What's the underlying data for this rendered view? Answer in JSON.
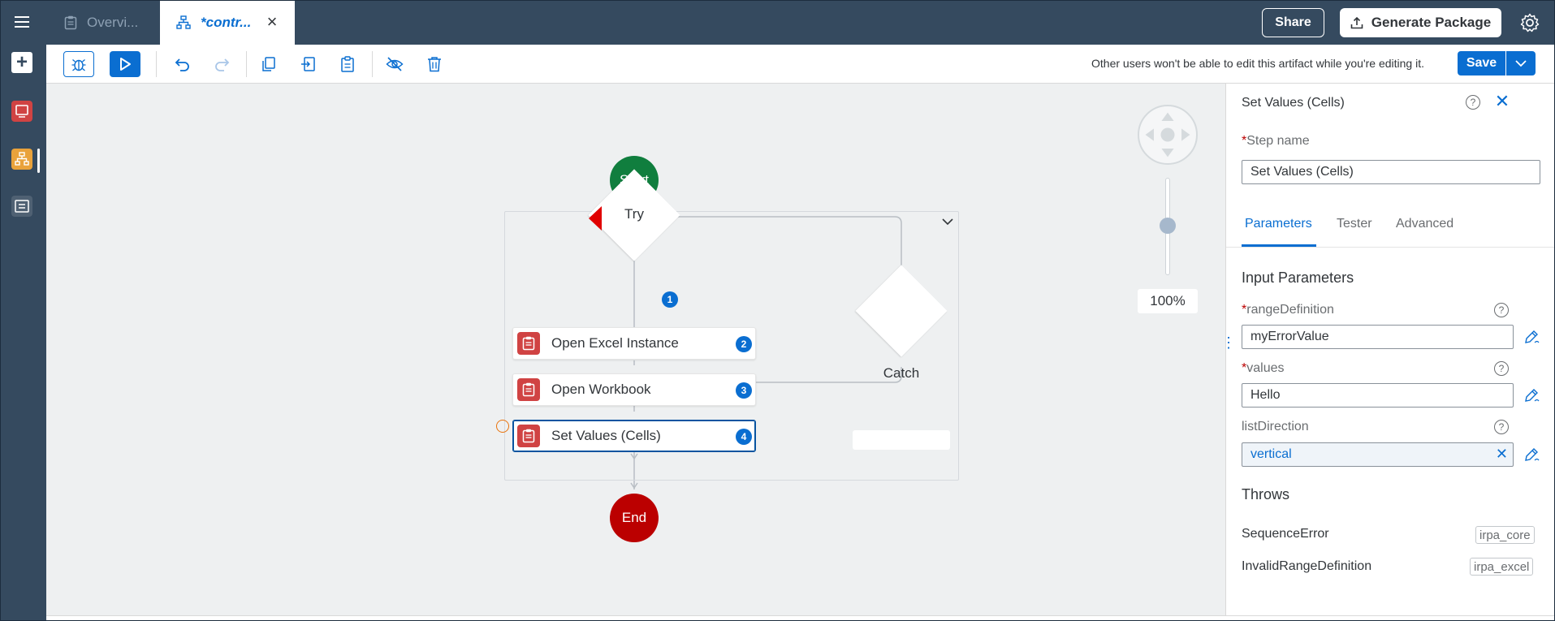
{
  "shell": {
    "tabs": [
      {
        "label": "Overvi..."
      },
      {
        "label": "*contr..."
      }
    ],
    "share_label": "Share",
    "generate_label": "Generate Package"
  },
  "toolbar": {
    "notice": "Other users won't be able to edit this artifact while you're editing it.",
    "save_label": "Save"
  },
  "canvas": {
    "start_label": "Start",
    "end_label": "End",
    "try_label": "Try",
    "try_badge": "1",
    "catch_label": "Catch",
    "activities": [
      {
        "label": "Open Excel Instance",
        "badge": "2"
      },
      {
        "label": "Open Workbook",
        "badge": "3"
      },
      {
        "label": "Set Values (Cells)",
        "badge": "4"
      }
    ],
    "zoom": "100%"
  },
  "panel": {
    "title": "Set Values (Cells)",
    "step_name_label": "Step name",
    "step_name_value": "Set Values (Cells)",
    "tabs": [
      {
        "label": "Parameters"
      },
      {
        "label": "Tester"
      },
      {
        "label": "Advanced"
      }
    ],
    "input_parameters_title": "Input Parameters",
    "params": [
      {
        "label": "rangeDefinition",
        "value": "myErrorValue"
      },
      {
        "label": "values",
        "value": "Hello"
      },
      {
        "label": "listDirection",
        "value": "vertical"
      }
    ],
    "throws_title": "Throws",
    "throws": [
      {
        "name": "SequenceError",
        "tag": "irpa_core"
      },
      {
        "name": "InvalidRangeDefinition",
        "tag": "irpa_excel"
      }
    ]
  },
  "colors": {
    "shell_bg": "#354a5f",
    "accent": "#0a6ed1",
    "start_node": "#107e3e",
    "end_node": "#bb0000",
    "activity_icon": "#d04343"
  }
}
